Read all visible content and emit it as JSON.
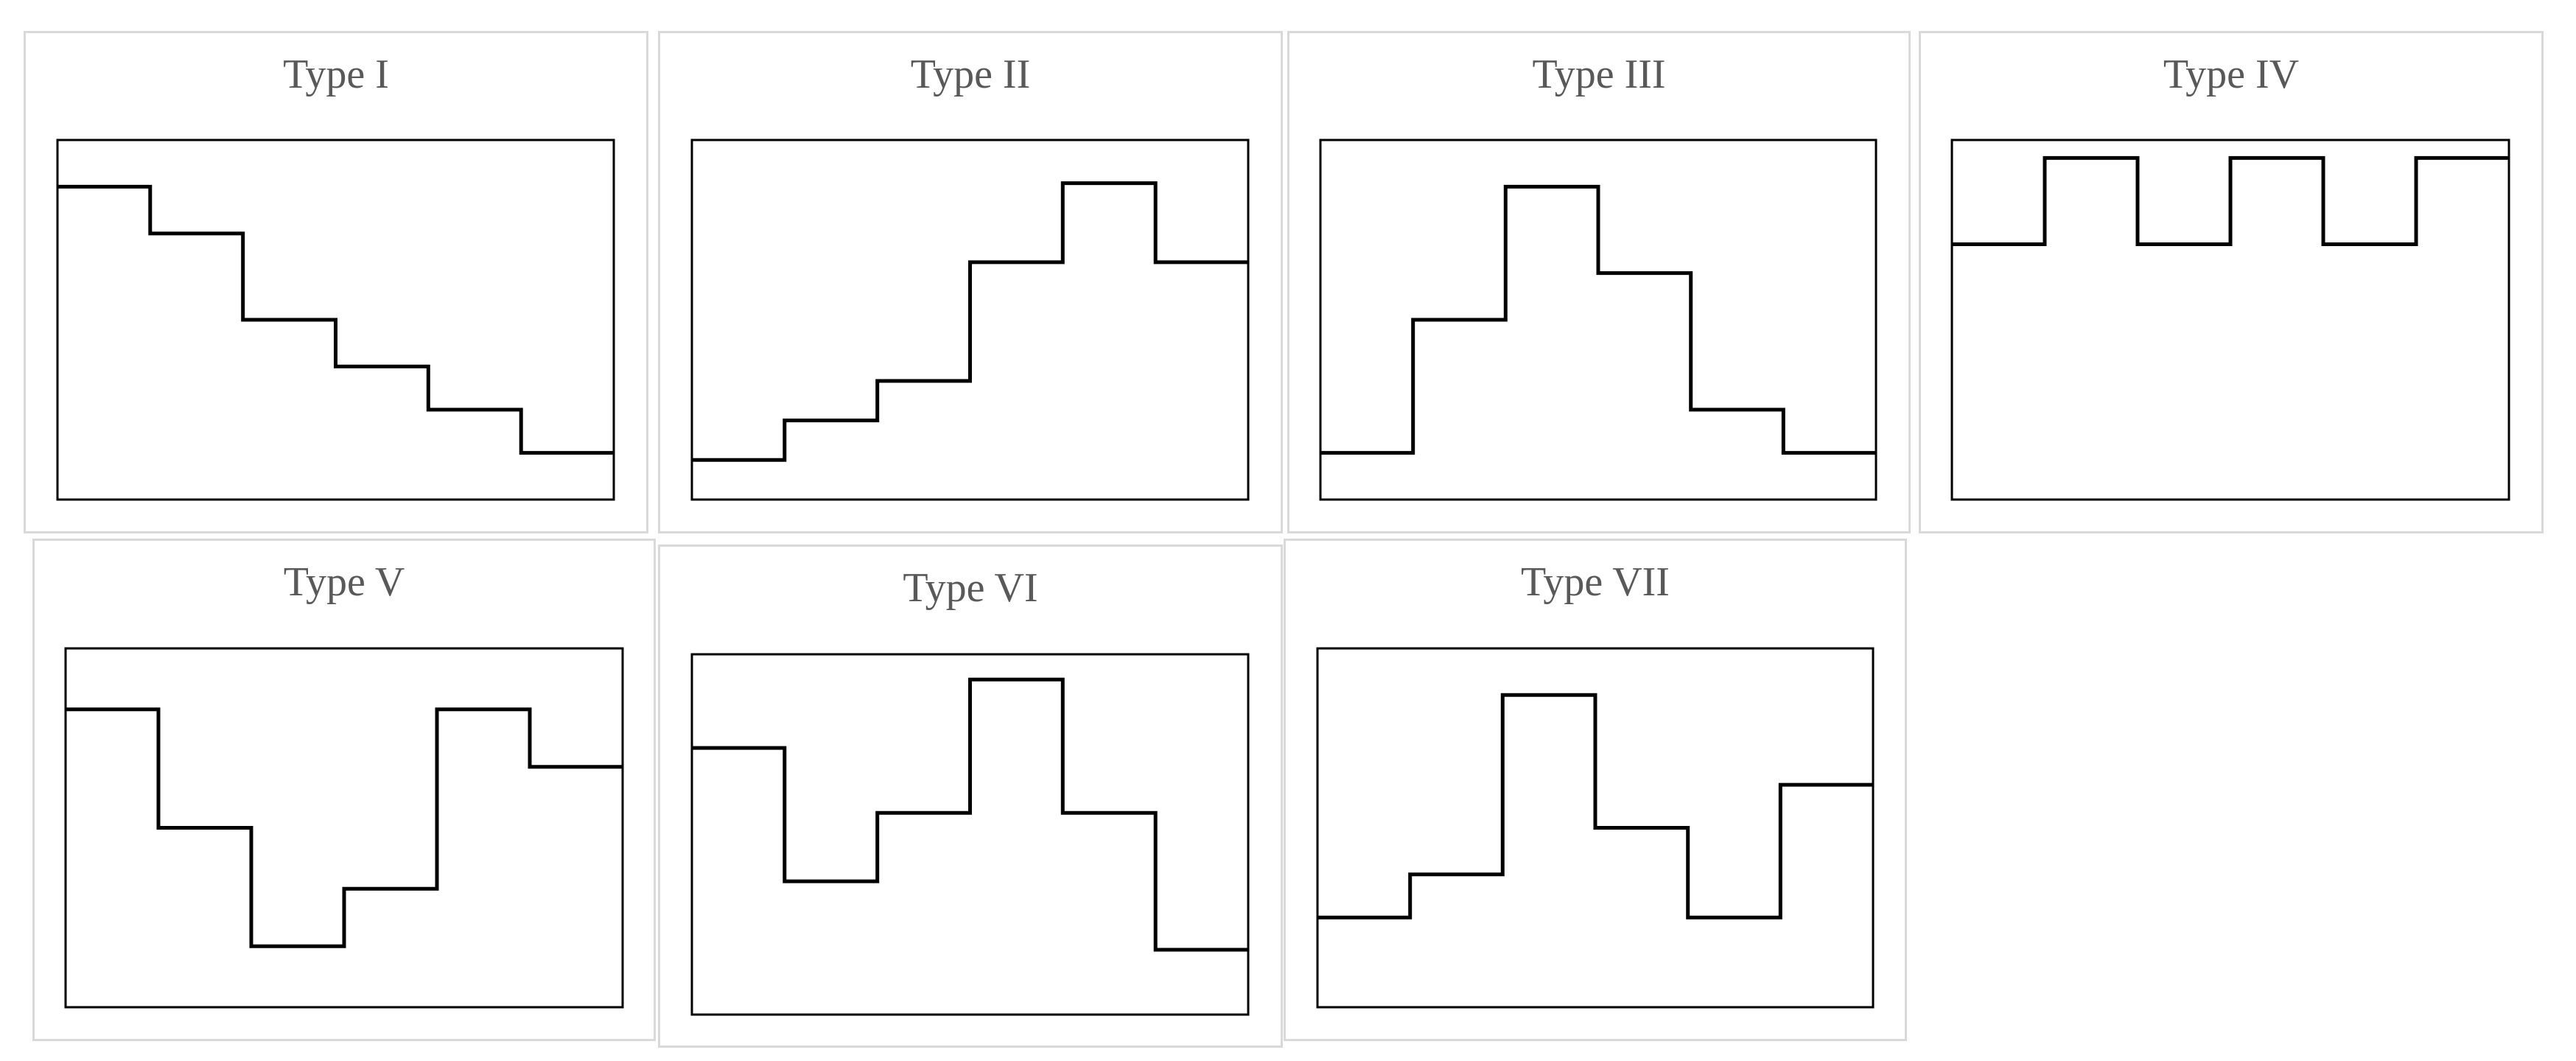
{
  "colors": {
    "panel_border": "#d9d9d9",
    "title_text": "#595959",
    "plot_frame": "#000000",
    "step_line": "#000000",
    "background": "#ffffff"
  },
  "panels": [
    {
      "id": "type-1",
      "title": "Type I",
      "levels": [
        0.13,
        0.26,
        0.5,
        0.63,
        0.75,
        0.87
      ]
    },
    {
      "id": "type-2",
      "title": "Type II",
      "levels": [
        0.89,
        0.78,
        0.67,
        0.34,
        0.12,
        0.34
      ]
    },
    {
      "id": "type-3",
      "title": "Type III",
      "levels": [
        0.87,
        0.5,
        0.13,
        0.37,
        0.75,
        0.87
      ]
    },
    {
      "id": "type-4",
      "title": "Type IV",
      "levels": [
        0.29,
        0.05,
        0.29,
        0.05,
        0.29,
        0.05
      ]
    },
    {
      "id": "type-5",
      "title": "Type V",
      "levels": [
        0.17,
        0.5,
        0.83,
        0.67,
        0.17,
        0.33
      ]
    },
    {
      "id": "type-6",
      "title": "Type VI",
      "levels": [
        0.26,
        0.63,
        0.44,
        0.07,
        0.44,
        0.82
      ]
    },
    {
      "id": "type-7",
      "title": "Type VII",
      "levels": [
        0.75,
        0.63,
        0.13,
        0.5,
        0.75,
        0.38
      ]
    }
  ]
}
